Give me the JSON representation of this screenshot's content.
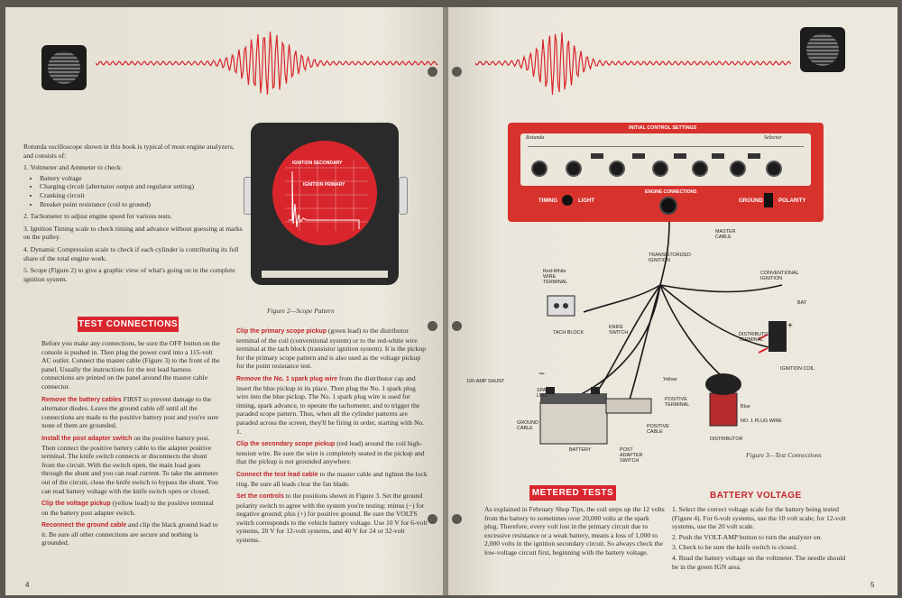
{
  "left_page": {
    "intro": "Rotunda oscilloscope shown in this book is typical of most engine analyzers, and consists of:",
    "items": [
      "1. Voltmeter and Ammeter to check:",
      "2. Tachometer to adjust engine speed for various tests.",
      "3. Ignition Timing scale to check timing and advance without guessing at marks on the pulley.",
      "4. Dynamic Compression scale to check if each cylinder is contributing its full share of the total engine work.",
      "5. Scope (Figure 2) to give a graphic view of what's going on in the complete ignition system."
    ],
    "bullets": [
      "Battery voltage",
      "Charging circuit (alternator output and regulator setting)",
      "Cranking circuit",
      "Breaker point resistance (coil to ground)"
    ],
    "scope_labels": {
      "secondary": "IGNITION SECONDARY",
      "primary": "IGNITION PRIMARY"
    },
    "figure2_caption": "Figure 2—Scope Pattern",
    "test_connections_heading": "TEST CONNECTIONS",
    "para_before": "Before you make any connections, be sure the OFF button on the console is pushed in. Then plug the power cord into a 115-volt AC outlet. Connect the master cable (Figure 3) to the front of the panel. Usually the instructions for the test lead harness connections are printed on the panel around the master cable connector.",
    "steps_col1": [
      {
        "lead": "Remove the battery cables",
        "text": " FIRST to prevent damage to the alternator diodes. Leave the ground cable off until all the connections are made to the positive battery post and you're sure none of them are grounded."
      },
      {
        "lead": "Install the post adapter switch",
        "text": " on the positive battery post. Then connect the positive battery cable to the adapter positive terminal. The knife switch connects or disconnects the shunt from the circuit. With the switch open, the main load goes through the shunt and you can read current. To take the ammeter out of the circuit, close the knife switch to bypass the shunt. You can read battery voltage with the knife switch open or closed."
      },
      {
        "lead": "Clip the voltage pickup",
        "text": " (yellow lead) to the positive terminal on the battery post adapter switch."
      },
      {
        "lead": "Reconnect the ground cable",
        "text": " and clip the black ground lead to it. Be sure all other connections are secure and nothing is grounded."
      }
    ],
    "steps_col2": [
      {
        "lead": "Clip the primary scope pickup",
        "text": " (green lead) to the distributor terminal of the coil (conventional system) or to the red-white wire terminal at the tach block (transistor ignition system). It is the pickup for the primary scope pattern and is also used as the voltage pickup for the point resistance test."
      },
      {
        "lead": "Remove the No. 1 spark plug wire",
        "text": " from the distributor cap and insert the blue pickup in its place. Then plug the No. 1 spark plug wire into the blue pickup. The No. 1 spark plug wire is used for timing, spark advance, to operate the tachometer, and to trigger the paraded scope pattern. Thus, when all the cylinder patterns are paraded across the screen, they'll be firing in order, starting with No. 1."
      },
      {
        "lead": "Clip the secondary scope pickup",
        "text": " (red lead) around the coil high-tension wire. Be sure the wire is completely seated in the pickup and that the pickup is not grounded anywhere."
      },
      {
        "lead": "Connect the test lead cable",
        "text": " to the master cable and tighten the lock ring. Be sure all leads clear the fan blade."
      },
      {
        "lead": "Set the controls",
        "text": " to the positions shown in Figure 3. Set the ground polarity switch to agree with the system you're testing: minus (−) for negative ground; plus (+) for positive ground. Be sure the VOLTS switch corresponds to the vehicle battery voltage. Use 10 V for 6-volt systems, 20 V for 12-volt systems, and 40 V for 24 or 32-volt systems."
      }
    ],
    "page_number": "4"
  },
  "right_page": {
    "console": {
      "header": "INITIAL CONTROL SETTINGS",
      "brand": "Rotunda",
      "selector": "Selector",
      "timing": "TIMING",
      "light": "LIGHT",
      "engine_connections": "ENGINE CONNECTIONS",
      "ground": "GROUND",
      "polarity": "POLARITY"
    },
    "diagram_labels": {
      "master_cable": "MASTER CABLE",
      "transistorized": "TRANSISTORIZED IGNITION",
      "red_white": "Red-White WIRE TERMINAL",
      "conventional": "CONVENTIONAL IGNITION",
      "bat": "BAT",
      "tach_block": "TACH BLOCK",
      "knife_switch": "KNIFE SWITCH",
      "distributor_terminal": "DISTRIBUTOR TERMINAL",
      "ignition_coil": "IGNITION COIL",
      "shunt": "100-AMP SHUNT",
      "yellow": "Yellow",
      "spade_lug": "SPADE LUG",
      "blue": "Blue",
      "positive_terminal": "POSITIVE TERMINAL",
      "no1_plug": "NO. 1 PLUG WIRE",
      "ground_cable": "GROUND CABLE",
      "positive_cable": "POSITIVE CABLE",
      "distributor": "DISTRIBUTOR",
      "battery": "BATTERY",
      "post_adapter": "POST ADAPTER SWITCH"
    },
    "figure3_caption": "Figure 3—Test Connections",
    "metered_heading": "METERED TESTS",
    "metered_text": "As explained in February Shop Tips, the coil steps up the 12 volts from the battery to sometimes over 20,000 volts at the spark plug. Therefore, every volt lost in the primary circuit due to excessive resistance or a weak battery, means a loss of 1,000 to 2,000 volts in the ignition secondary circuit. So always check the low-voltage circuit first, beginning with the battery voltage.",
    "battery_heading": "BATTERY VOLTAGE",
    "battery_steps": [
      "1. Select the correct voltage scale for the battery being tested (Figure 4). For 6-volt systems, use the 10 volt scale; for 12-volt systems, use the 20 volt scale.",
      "2. Push the VOLT-AMP button to turn the analyzer on.",
      "3. Check to be sure the knife switch is closed.",
      "4. Read the battery voltage on the voltmeter. The needle should be in the green IGN area."
    ],
    "page_number": "5"
  },
  "colors": {
    "accent_red": "#d8262c",
    "paper": "#eae6da"
  }
}
